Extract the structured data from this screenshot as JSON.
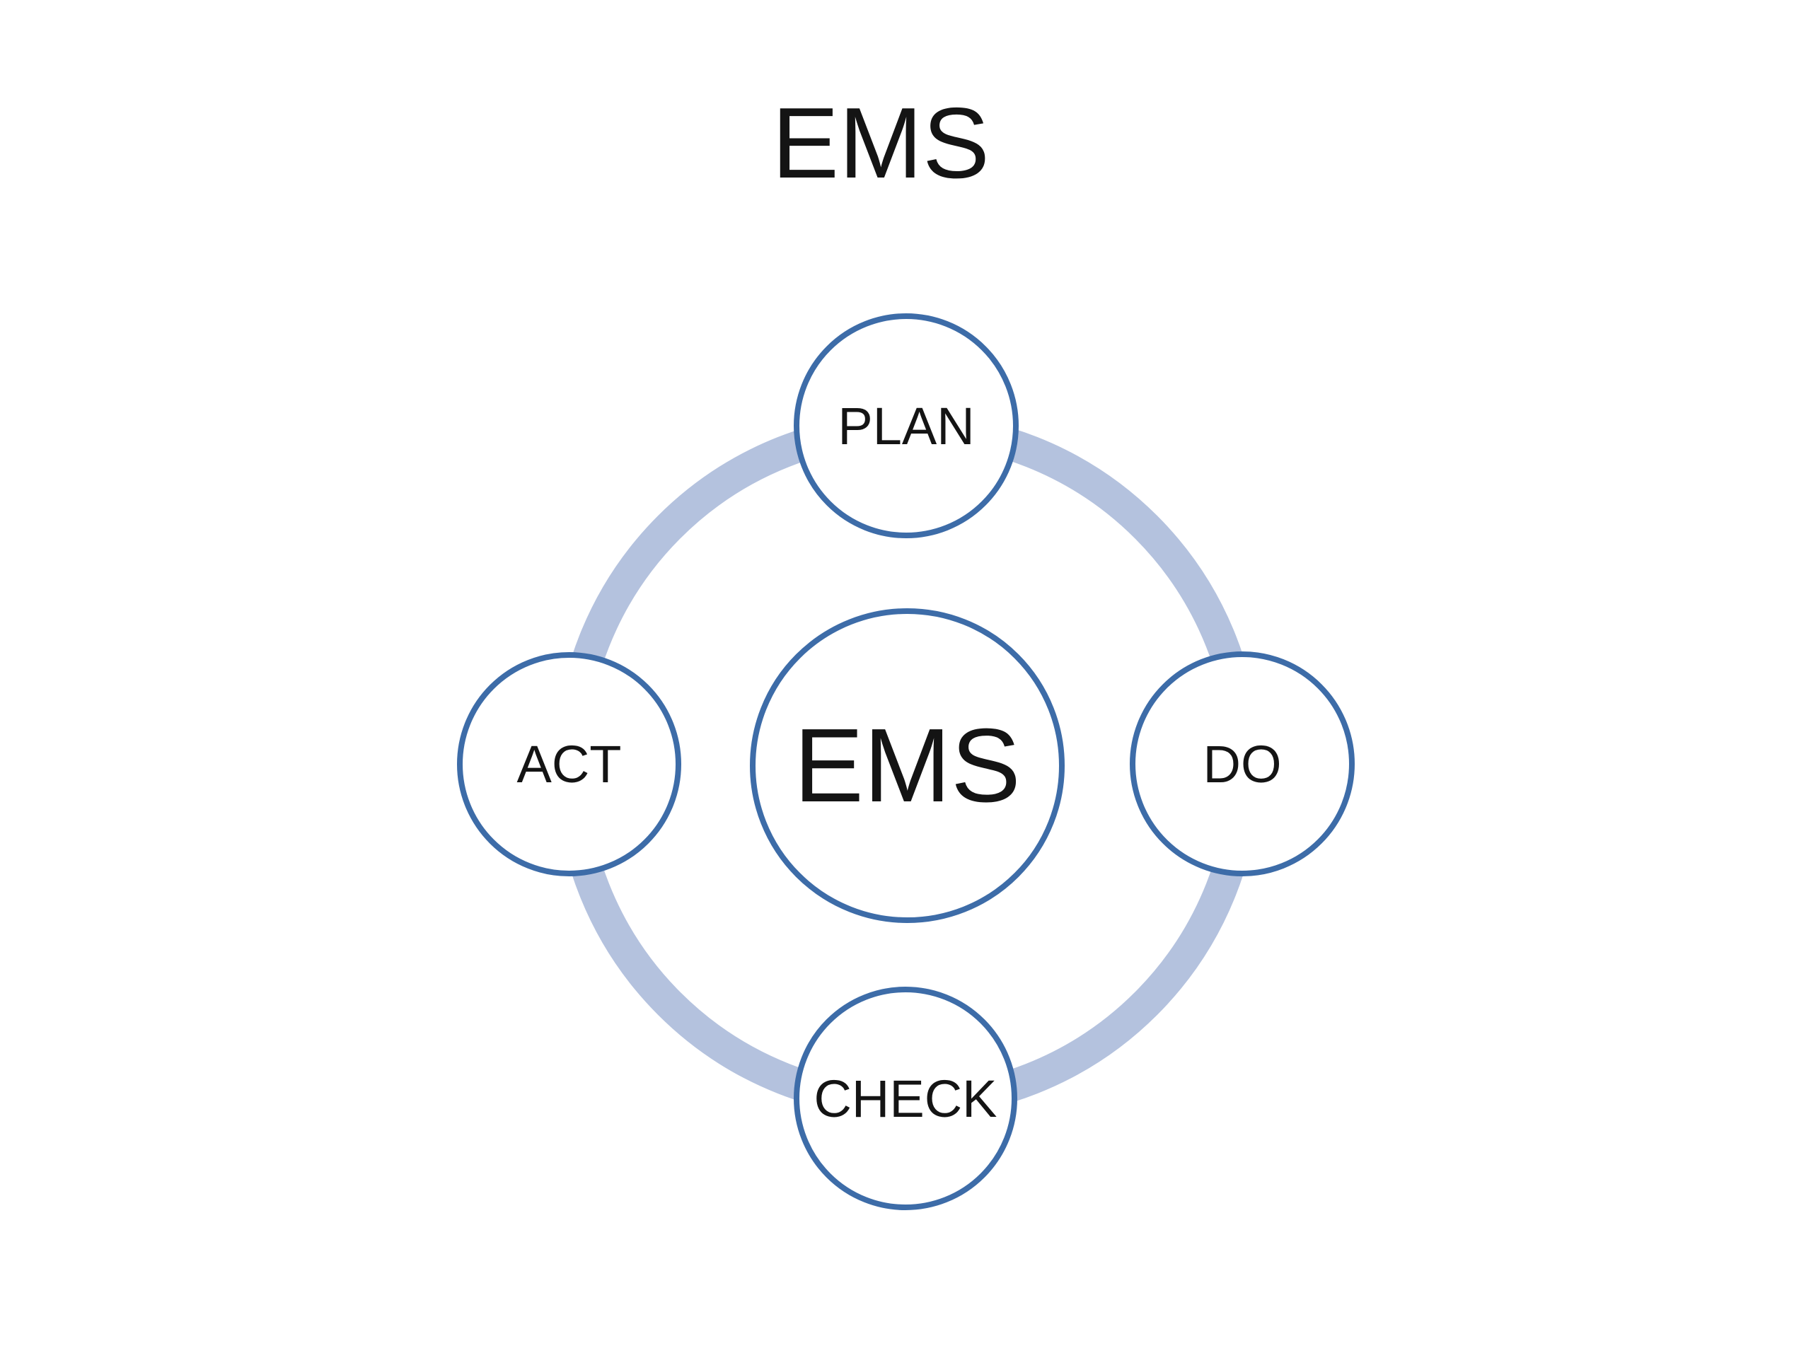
{
  "title": "EMS",
  "diagram": {
    "center_label": "EMS",
    "nodes": [
      {
        "id": "plan",
        "label": "PLAN",
        "position": "top"
      },
      {
        "id": "do",
        "label": "DO",
        "position": "right"
      },
      {
        "id": "check",
        "label": "CHECK",
        "position": "bottom"
      },
      {
        "id": "act",
        "label": "ACT",
        "position": "left"
      }
    ],
    "colors": {
      "background": "#FFFFFF",
      "ring": "#B4C2DE",
      "node_border": "#3D6CA8",
      "node_fill": "#FFFFFF",
      "text": "#141414"
    }
  }
}
